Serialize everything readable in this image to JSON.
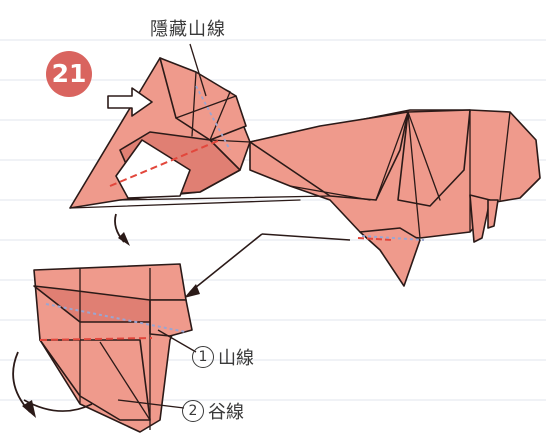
{
  "step": {
    "number": "21"
  },
  "labels": {
    "hidden_mountain_fold": "隱藏山線",
    "mountain_fold": {
      "marker": "1",
      "text": "山線"
    },
    "valley_fold": {
      "marker": "2",
      "text": "谷線"
    }
  },
  "colors": {
    "paper": "#ef9a8c",
    "paper_dark": "#e07f73",
    "outline": "#2b1a18",
    "valley_line": "#e2473c",
    "mountain_line": "#9aa6d2",
    "badge": "#d9645f",
    "arrow_fill": "#ffffff",
    "ruled_line": "#e6e9f0"
  },
  "icons": {
    "push_arrow": "white-block-arrow",
    "rotate_arrow": "curved-arrow"
  }
}
